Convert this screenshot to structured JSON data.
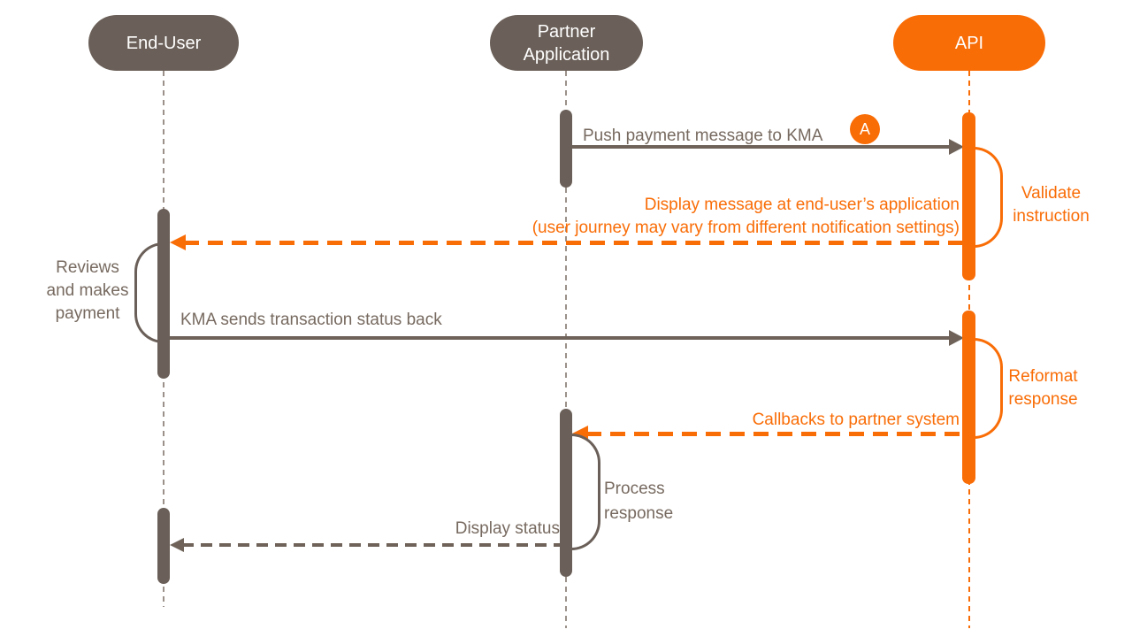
{
  "colors": {
    "accent_orange": "#F96D07",
    "actor_gray": "#6B6059",
    "text_gray": "#776A60"
  },
  "actors": {
    "end_user": {
      "label": "End-User"
    },
    "partner_application": {
      "label": "Partner\nApplication"
    },
    "api": {
      "label": "API"
    }
  },
  "messages": {
    "push_payment": {
      "label": "Push payment message to KMA",
      "badge": "A",
      "from": "Partner Application",
      "to": "API",
      "style": "solid"
    },
    "display_message": {
      "line1": "Display message at end-user’s application",
      "line2": "(user journey may vary from different notification settings)",
      "from": "API",
      "to": "End-User",
      "style": "dashed"
    },
    "kma_status": {
      "label": "KMA sends transaction status back",
      "from": "End-User",
      "to": "API",
      "style": "solid"
    },
    "callbacks": {
      "label": "Callbacks to partner system",
      "from": "API",
      "to": "Partner Application",
      "style": "dashed"
    },
    "display_status": {
      "label": "Display status",
      "from": "Partner Application",
      "to": "End-User",
      "style": "dashed"
    }
  },
  "self_actions": {
    "validate": {
      "label": "Validate\ninstruction",
      "actor": "API"
    },
    "reviews": {
      "label": "Reviews\nand makes\npayment",
      "actor": "End-User"
    },
    "reformat": {
      "label": "Reformat\nresponse",
      "actor": "API"
    },
    "process": {
      "label": "Process\nresponse",
      "actor": "Partner Application"
    }
  }
}
